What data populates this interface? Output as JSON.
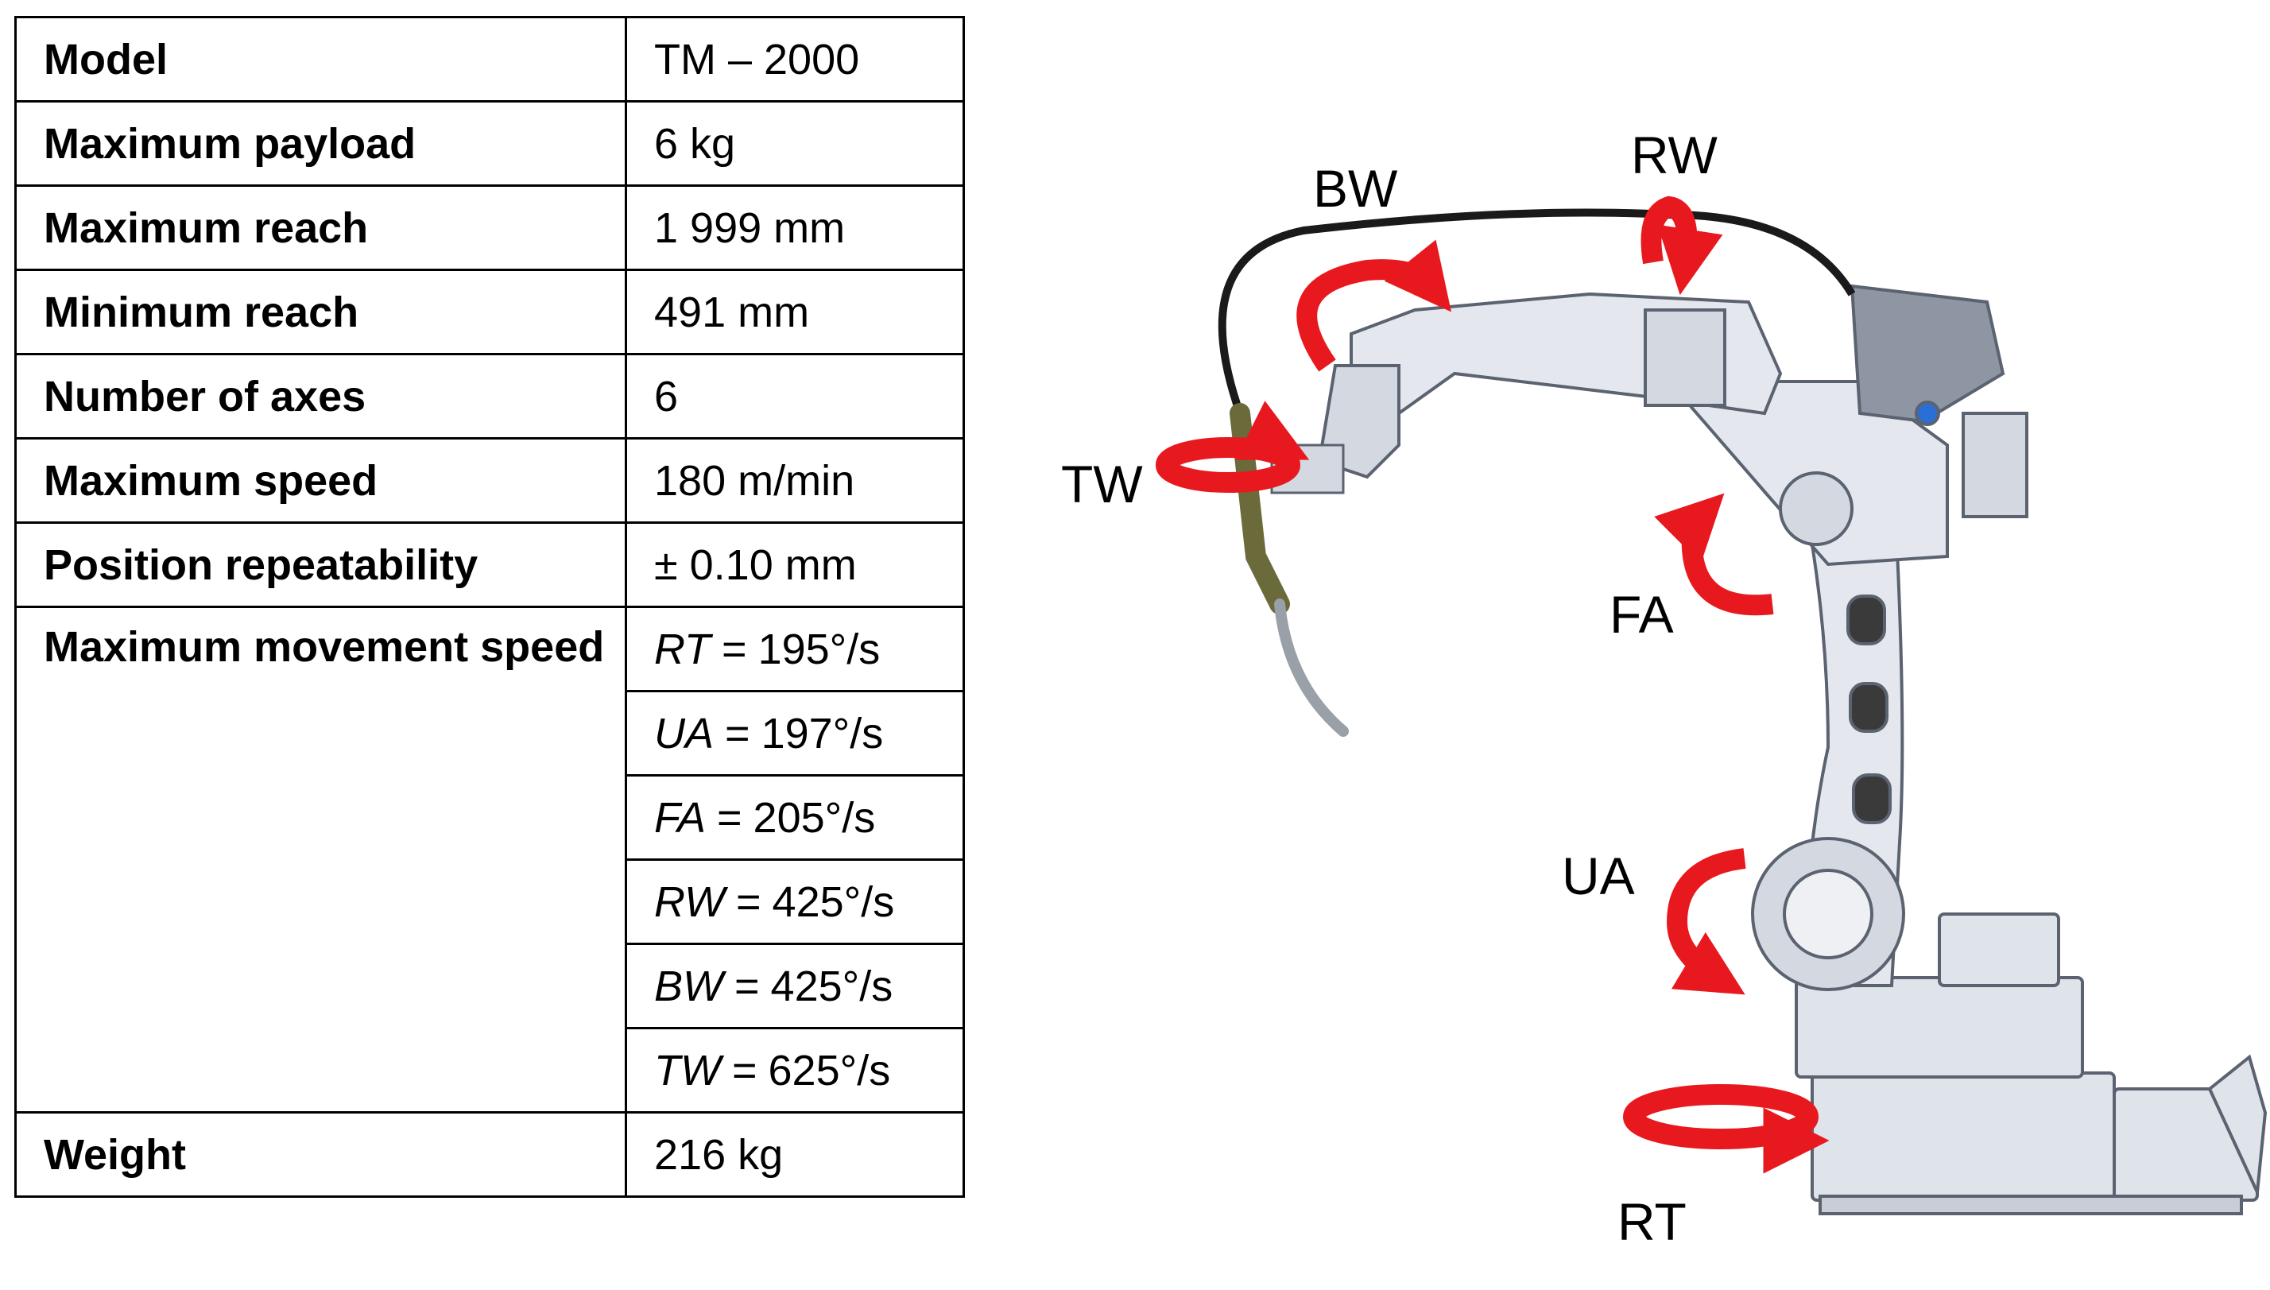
{
  "table": {
    "rows": [
      {
        "label": "Model",
        "value": "TM – 2000"
      },
      {
        "label": "Maximum payload",
        "value": "6 kg"
      },
      {
        "label": "Maximum reach",
        "value": "1 999 mm"
      },
      {
        "label": "Minimum reach",
        "value": "491 mm"
      },
      {
        "label": "Number of axes",
        "value": "6"
      },
      {
        "label": "Maximum speed",
        "value": "180 m/min"
      },
      {
        "label": "Position repeatability",
        "value": "± 0.10 mm"
      }
    ],
    "movement_label": "Maximum movement speed",
    "movement_speeds": [
      {
        "axis": "RT",
        "eq": "=",
        "value": "195°/s"
      },
      {
        "axis": "UA",
        "eq": "=",
        "value": "197°/s"
      },
      {
        "axis": "FA",
        "eq": "=",
        "value": "205°/s"
      },
      {
        "axis": "RW",
        "eq": "=",
        "value": "425°/s"
      },
      {
        "axis": "BW",
        "eq": "=",
        "value": "425°/s"
      },
      {
        "axis": "TW",
        "eq": "=",
        "value": "625°/s"
      }
    ],
    "weight": {
      "label": "Weight",
      "value": "216 kg"
    }
  },
  "figure": {
    "labels": {
      "BW": "BW",
      "RW": "RW",
      "TW": "TW",
      "FA": "FA",
      "UA": "UA",
      "RT": "RT"
    },
    "colors": {
      "arrow": "#e8191e",
      "robot_fill": "#dfe3ea",
      "robot_stroke": "#5b6270",
      "cable": "#1a1a1a",
      "torch": "#6b6a3a"
    }
  }
}
